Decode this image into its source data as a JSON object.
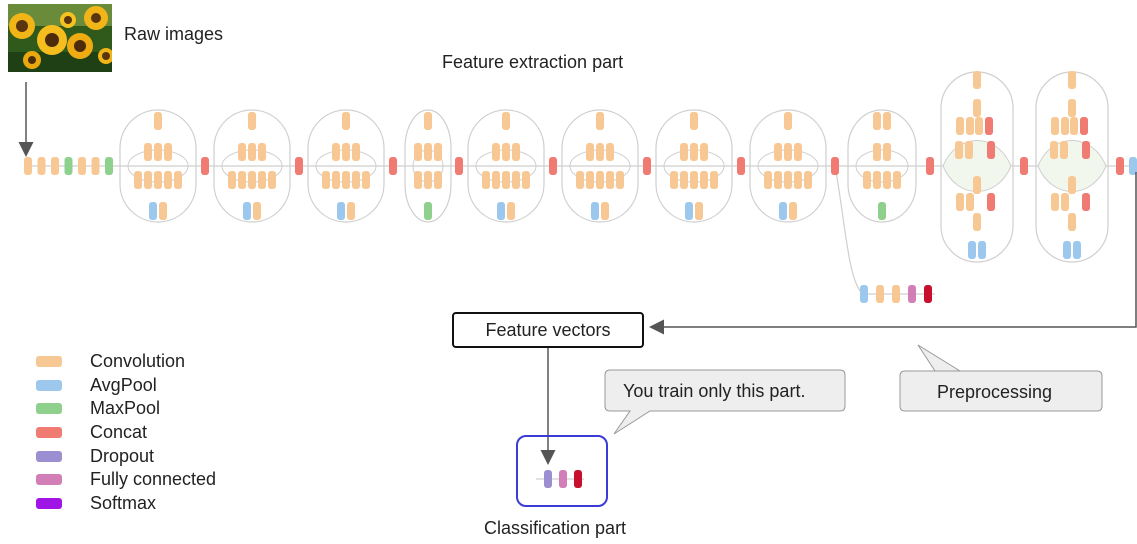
{
  "title": "Feature extraction part",
  "input_label": "Raw images",
  "feature_vectors_label": "Feature vectors",
  "classification_label": "Classification part",
  "train_note": "You train only this part.",
  "preprocessing_label": "Preprocessing",
  "colors": {
    "convolution": "#f7c894",
    "avgpool": "#9cc8ee",
    "maxpool": "#8fd18c",
    "concat": "#ef7b72",
    "dropout": "#9b8fd1",
    "fully_connected": "#d17fb6",
    "softmax": "#a014e6",
    "fc_output": "#c8102e",
    "box_blue": "#3b3bd6",
    "module_line": "#cfcfcf",
    "bubble_fill": "#eeeeee"
  },
  "legend": [
    {
      "label": "Convolution",
      "color": "#f7c894"
    },
    {
      "label": "AvgPool",
      "color": "#9cc8ee"
    },
    {
      "label": "MaxPool",
      "color": "#8fd18c"
    },
    {
      "label": "Concat",
      "color": "#ef7b72"
    },
    {
      "label": "Dropout",
      "color": "#9b8fd1"
    },
    {
      "label": "Fully connected",
      "color": "#d17fb6"
    },
    {
      "label": "Softmax",
      "color": "#a014e6"
    }
  ]
}
